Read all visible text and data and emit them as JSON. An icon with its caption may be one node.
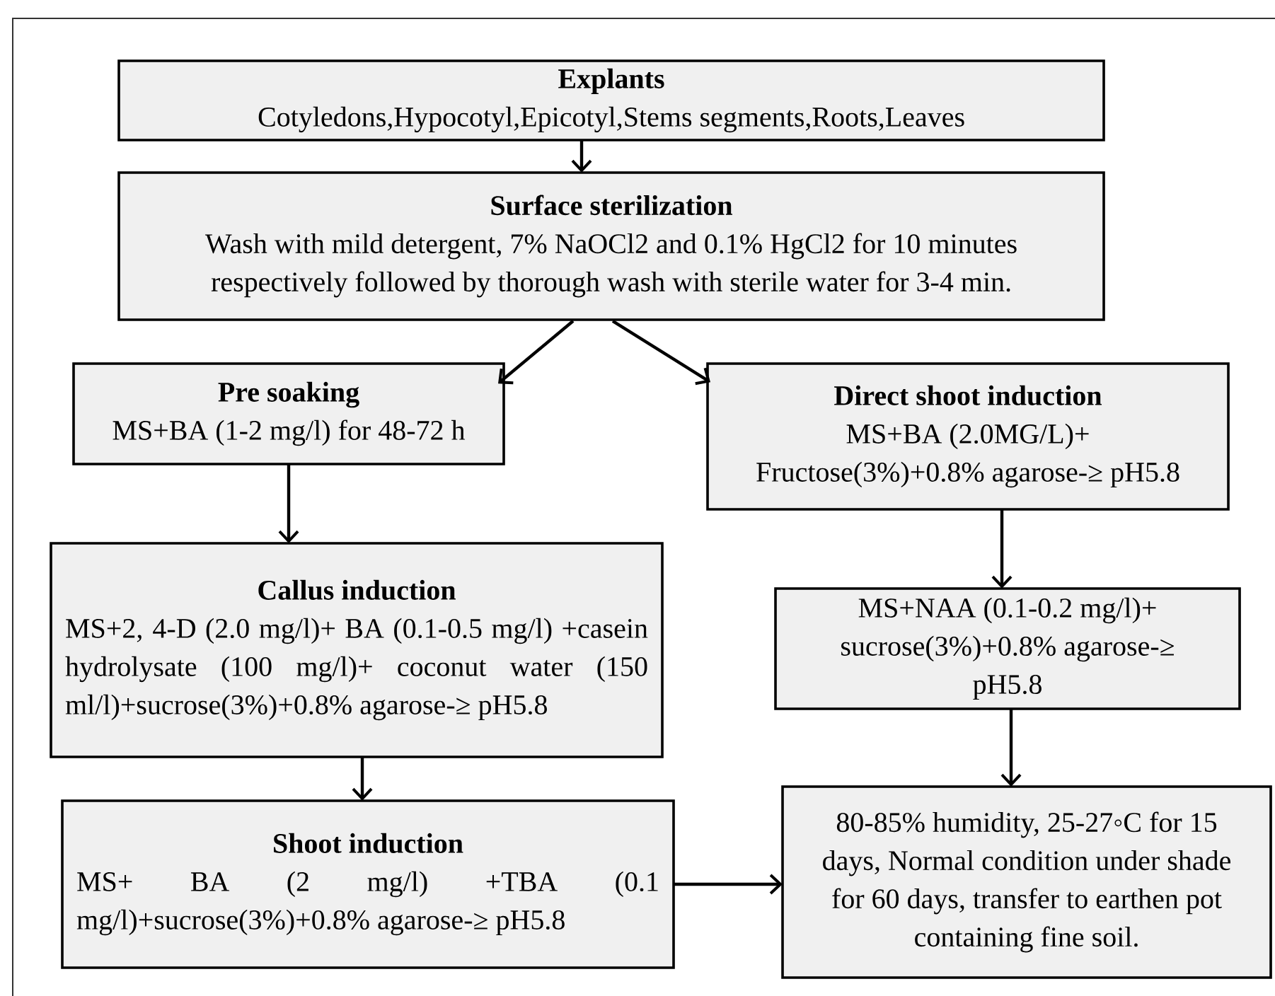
{
  "diagram": {
    "nodes": [
      {
        "text": [
          "Explants",
          "Cotyledons,Hypocotyl,Epicotyl,Stems segments,Roots,Leaves"
        ]
      },
      {
        "text": [
          "Surface sterilization",
          "Wash with mild detergent, 7% NaOCl2 and 0.1% HgCl2 for 10 minutes respectively followed by thorough wash with sterile water for 3-4 min."
        ]
      },
      {
        "text": [
          "Pre soaking",
          "MS+BA (1-2 mg/l) for 48-72 h"
        ]
      },
      {
        "text": [
          "Direct shoot induction",
          "MS+BA (2.0MG/L)+ Fructose(3%)+0.8% agarose-≥ pH5.8"
        ]
      },
      {
        "text": [
          "Callus induction",
          "MS+2, 4-D (2.0 mg/l)+ BA (0.1-0.5 mg/l) +casein hydrolysate (100 mg/l)+ coconut water (150 ml/l)+sucrose(3%)+0.8% agarose-≥ pH5.8"
        ]
      },
      {
        "text": [
          "MS+NAA (0.1-0.2 mg/l)+ sucrose(3%)+0.8% agarose-≥ pH5.8"
        ]
      },
      {
        "text": [
          "Shoot induction",
          "MS+ BA (2 mg/l) +TBA (0.1 mg/l)+sucrose(3%)+0.8% agarose-≥ pH5.8"
        ]
      },
      {
        "text": [
          "80-85% humidity, 25-27◦C for 15 days, Normal condition under shade for 60 days, transfer to earthen pot containing fine soil."
        ]
      }
    ],
    "edges": [
      {
        "from": 0,
        "to": 1,
        "arrow": "to"
      },
      {
        "from": 1,
        "to": 2,
        "arrow": "to"
      },
      {
        "from": 1,
        "to": 3,
        "arrow": "to"
      },
      {
        "from": 2,
        "to": 4,
        "arrow": "to"
      },
      {
        "from": 3,
        "to": 5,
        "arrow": "to"
      },
      {
        "from": 4,
        "to": 6,
        "arrow": "to"
      },
      {
        "from": 5,
        "to": 7,
        "arrow": "to"
      },
      {
        "from": 6,
        "to": 7,
        "arrow": "to"
      }
    ]
  }
}
